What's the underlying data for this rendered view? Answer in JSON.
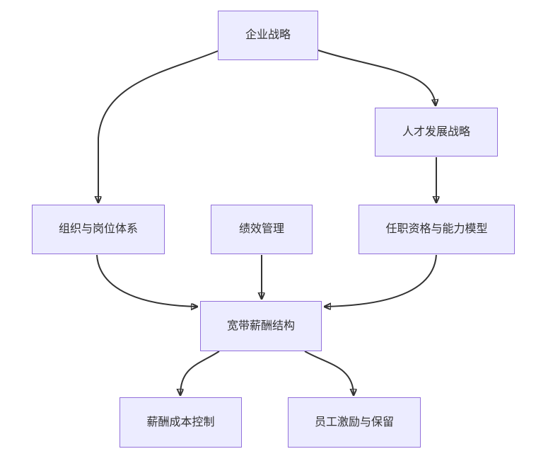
{
  "diagram": {
    "type": "flowchart",
    "direction": "top-down",
    "colors": {
      "node_fill": "#ECECFF",
      "node_border": "#9370DB",
      "edge_color": "#333333",
      "text_color": "#333333",
      "background": "#ffffff"
    },
    "nodes": [
      {
        "id": "enterprise-strategy",
        "label": "企业战略"
      },
      {
        "id": "talent-development-strategy",
        "label": "人才发展战略"
      },
      {
        "id": "org-and-position-system",
        "label": "组织与岗位体系"
      },
      {
        "id": "performance-management",
        "label": "绩效管理"
      },
      {
        "id": "qualification-and-competency-model",
        "label": "任职资格与能力模型"
      },
      {
        "id": "broadband-salary-structure",
        "label": "宽带薪酬结构"
      },
      {
        "id": "salary-cost-control",
        "label": "薪酬成本控制"
      },
      {
        "id": "employee-incentive-and-retention",
        "label": "员工激励与保留"
      }
    ],
    "edges": [
      {
        "from": "企业战略",
        "to": "组织与岗位体系"
      },
      {
        "from": "企业战略",
        "to": "人才发展战略"
      },
      {
        "from": "人才发展战略",
        "to": "任职资格与能力模型"
      },
      {
        "from": "组织与岗位体系",
        "to": "宽带薪酬结构"
      },
      {
        "from": "绩效管理",
        "to": "宽带薪酬结构"
      },
      {
        "from": "任职资格与能力模型",
        "to": "宽带薪酬结构"
      },
      {
        "from": "宽带薪酬结构",
        "to": "薪酬成本控制"
      },
      {
        "from": "宽带薪酬结构",
        "to": "员工激励与保留"
      }
    ]
  }
}
